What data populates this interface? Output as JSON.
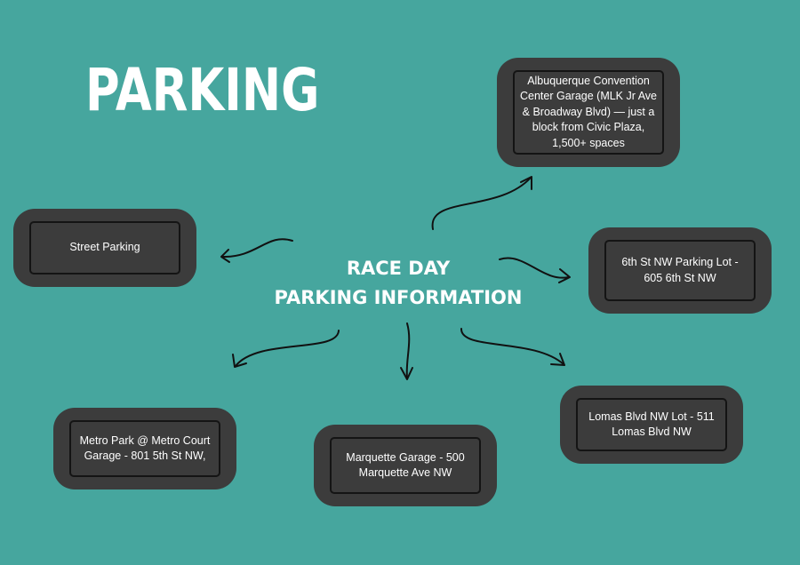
{
  "title": "PARKING",
  "center": {
    "line1": "RACE DAY",
    "line2": "PARKING INFORMATION"
  },
  "nodes": {
    "convention": "Albuquerque Convention Center Garage (MLK Jr Ave & Broadway Blvd) — just a block from Civic Plaza, 1,500+ spaces",
    "street": "Street Parking",
    "sixth": "6th St NW Parking Lot - 605 6th St NW",
    "lomas": "Lomas Blvd NW Lot - 511 Lomas Blvd NW",
    "marquette": "Marquette Garage - 500 Marquette Ave NW",
    "metro": "Metro Park @ Metro Court Garage - 801 5th St NW,"
  },
  "colors": {
    "background": "#46a69e",
    "card": "#3c3c3c",
    "card_border": "#141414",
    "arrow": "#111111",
    "text": "#ffffff"
  }
}
